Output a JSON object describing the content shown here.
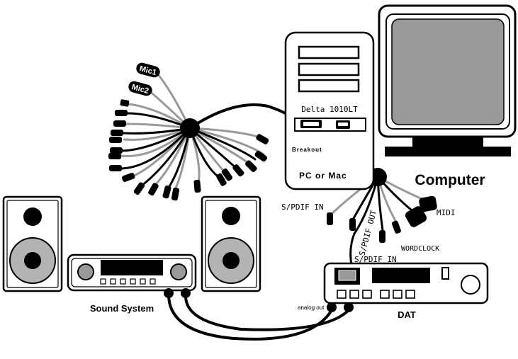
{
  "labels": {
    "computer": "Computer",
    "pc_or_mac": "PC or Mac",
    "card": "Delta 1010LT",
    "breakout": "Breakout",
    "mic1": "Mic1",
    "mic2": "Mic2",
    "spdif_in_left": "S/PDIF IN",
    "spdif_out": "S/PDIF OUT",
    "spdif_in_dat": "S/PDIF IN",
    "wordclock": "WORDCLOCK",
    "midi": "MIDI",
    "sound_system": "Sound System",
    "dat": "DAT",
    "analog_out": "analog out"
  },
  "colors": {
    "cable_black": "#000000",
    "cable_gray": "#999999",
    "screen_gray": "#999999",
    "speaker_gray": "#b3b3b3"
  }
}
